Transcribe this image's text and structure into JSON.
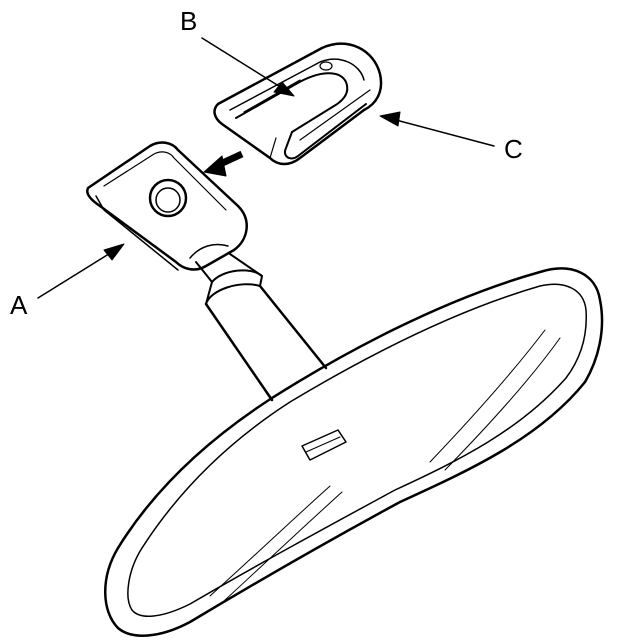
{
  "labels": {
    "a": "A",
    "b": "B",
    "c": "C"
  },
  "colors": {
    "stroke": "#000000",
    "background": "#ffffff"
  }
}
